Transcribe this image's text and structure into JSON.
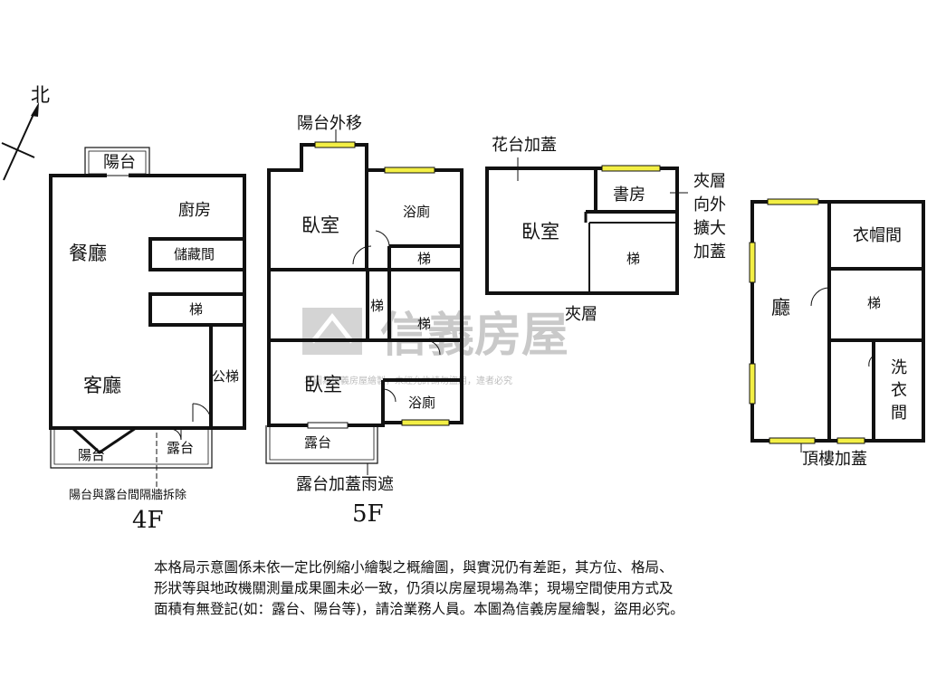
{
  "compass": {
    "label": "北"
  },
  "watermark": {
    "brand": "信義房屋",
    "notice": "本圖為信義房屋繪製，未經允許請勿盜用，違者必究"
  },
  "floor_4f": {
    "floor_label": "4F",
    "rooms": {
      "balcony_top": "陽台",
      "kitchen": "廚房",
      "dining": "餐廳",
      "storage": "儲藏間",
      "stairs": "梯",
      "living": "客廳",
      "public_stairs": "公梯",
      "balcony_bottom": "陽台",
      "terrace": "露台"
    },
    "annotation": "陽台與露台間隔牆拆除"
  },
  "floor_5f": {
    "floor_label": "5F",
    "annotation_top": "陽台外移",
    "annotation_bottom": "露台加蓋雨遮",
    "rooms": {
      "bedroom_top": "臥室",
      "bathroom_top": "浴廁",
      "stairs_a": "梯",
      "stairs_b": "梯",
      "stairs_c": "梯",
      "bedroom_bottom": "臥室",
      "bathroom_bottom": "浴廁",
      "terrace": "露台"
    }
  },
  "mezzanine": {
    "floor_label": "夾層",
    "annotation_top": "花台加蓋",
    "annotation_side": [
      "夾層",
      "向外",
      "擴大",
      "加蓋"
    ],
    "rooms": {
      "bedroom": "臥室",
      "study": "書房",
      "stairs": "梯"
    }
  },
  "rooftop": {
    "floor_label": "頂樓加蓋",
    "rooms": {
      "hall": "廳",
      "cloakroom": "衣帽間",
      "stairs": "梯",
      "laundry": [
        "洗",
        "衣",
        "間"
      ]
    }
  },
  "disclaimer": [
    "本格局示意圖係未依一定比例縮小繪製之概繪圖，與實況仍有差距，其方位、格局、",
    "形狀等與地政機關測量成果圖未必一致，仍須以房屋現場為準；現場空間使用方式及",
    "面積有無登記(如：露台、陽台等)，請洽業務人員。本圖為信義房屋繪製，盜用必究。"
  ]
}
